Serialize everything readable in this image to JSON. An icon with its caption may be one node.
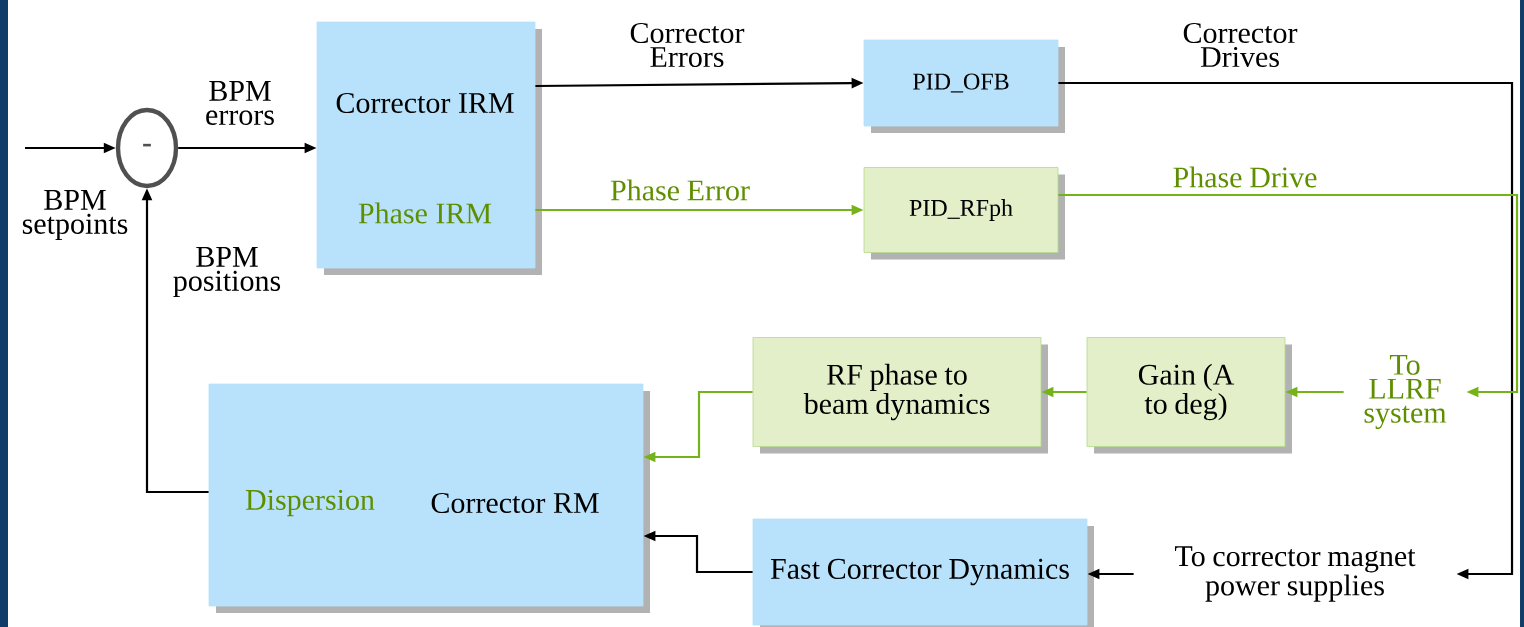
{
  "diagram": {
    "nodes": [
      {
        "text": [
          "-"
        ]
      },
      {
        "text": [
          "Corrector IRM",
          "Phase IRM"
        ]
      },
      {
        "text": [
          "PID_OFB"
        ]
      },
      {
        "text": [
          "PID_RFph"
        ]
      },
      {
        "text": [
          "To LLRF system"
        ]
      },
      {
        "text": [
          "Gain (A to deg)"
        ]
      },
      {
        "text": [
          "RF phase to beam dynamics"
        ]
      },
      {
        "text": [
          "Dispersion",
          "Corrector RM"
        ]
      },
      {
        "text": [
          "Fast Corrector Dynamics"
        ]
      },
      {
        "text": [
          "To corrector magnet power supplies"
        ]
      }
    ],
    "edges": [
      {
        "from": null,
        "to": 0,
        "arrow": "to"
      },
      {
        "from": 0,
        "to": 1,
        "arrow": "to",
        "label": "BPM errors"
      },
      {
        "from": 1,
        "to": 2,
        "arrow": "to",
        "label": "Corrector Errors"
      },
      {
        "from": 1,
        "to": 3,
        "arrow": "to",
        "label": "Phase Error",
        "color": "#76b31b"
      },
      {
        "from": 2,
        "to": 9,
        "arrow": "to",
        "label": "Corrector Drives"
      },
      {
        "from": 3,
        "to": 4,
        "arrow": "to",
        "label": "Phase Drive",
        "color": "#76b31b"
      },
      {
        "from": 4,
        "to": 5,
        "arrow": "to",
        "color": "#76b31b"
      },
      {
        "from": 5,
        "to": 6,
        "arrow": "to",
        "color": "#76b31b"
      },
      {
        "from": 6,
        "to": 7,
        "arrow": "to",
        "color": "#76b31b"
      },
      {
        "from": 9,
        "to": 8,
        "arrow": "to"
      },
      {
        "from": 8,
        "to": 7,
        "arrow": "to"
      },
      {
        "from": 7,
        "to": 0,
        "arrow": "to",
        "label": "BPM positions"
      }
    ],
    "labels": [
      "BPM setpoints"
    ]
  }
}
